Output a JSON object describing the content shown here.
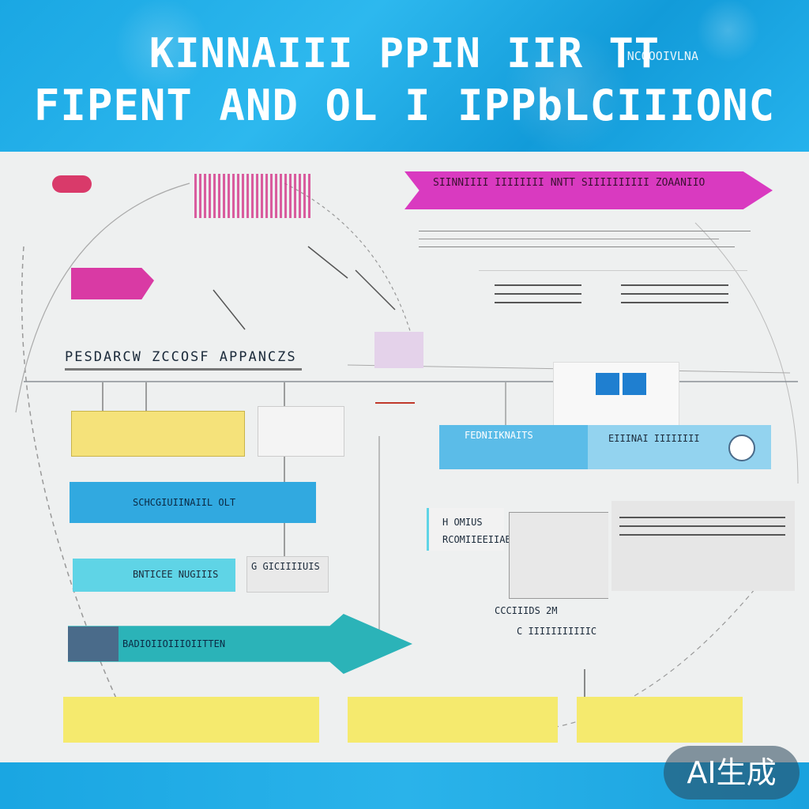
{
  "header": {
    "title_line1": "KINNAIII PPIN IIR TT",
    "title_line2": "FIPENT AND OL I IPPbLCIIIONC",
    "side_text": "NCOOOIVLNA"
  },
  "labels": {
    "research": "PESDARCW ZCCOSF APPANCZS",
    "ribbon_top": "SIINNIIII  IIIIIIII  NNTT SIIIIIIIIII  ZOAANIIO",
    "blue_bar_1": "SCHCGIUIINAIIL OLT",
    "cyan_bar": "BNTICEE NUGIIIS",
    "gray_chip": "G GICIIIIUIS",
    "arrow_bar": "BADIOIIOIIIOIITTEN",
    "right_blue_tab": "FEDNIIKNAITS",
    "right_blue_body": "EIIINAI IIIIIIII",
    "homius_1": "H OMIUS",
    "homius_2": "RCOMIIEEIIAB",
    "cluster_label": "CCCIIIDS  2M",
    "cluster_label_2": "C IIIIIIIIIIIC"
  },
  "colors": {
    "header_blue": "#1ea9e5",
    "magenta": "#d93a9a",
    "bar_blue": "#31a9e0",
    "cyan": "#5fd4e6",
    "teal": "#2bb3b8",
    "yellow": "#f5ea6e",
    "light_blue": "#93d3ef"
  },
  "badge": {
    "text": "AI生成"
  }
}
